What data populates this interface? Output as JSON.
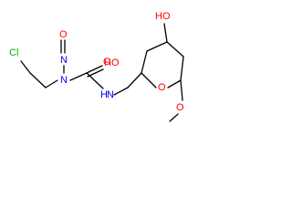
{
  "colors": {
    "background": "#ffffff",
    "bond": "#000000",
    "chlorine": "#00b000",
    "nitrogen": "#0000ff",
    "oxygen": "#ff0000"
  },
  "atoms": {
    "cl": "Cl",
    "n_nitroso": "N",
    "o_nitroso": "O",
    "n_amide": "N",
    "o_carbonyl": "O",
    "nh": "N",
    "nh_h": "H",
    "ho_upper": "HO",
    "ho_lower": "HO",
    "o_ring": "O",
    "o_methoxy": "O"
  }
}
